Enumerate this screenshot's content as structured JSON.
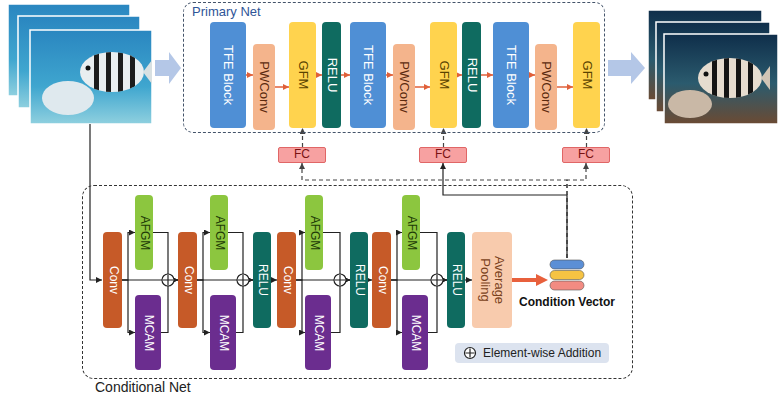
{
  "diagram": {
    "nodes": [
      {
        "text": [
          "Primary Net"
        ]
      },
      {
        "text": [
          "TFE Block"
        ],
        "in": 0
      },
      {
        "text": [
          "PWConv"
        ],
        "in": 0
      },
      {
        "text": [
          "GFM"
        ],
        "in": 0
      },
      {
        "text": [
          "RELU"
        ],
        "in": 0
      },
      {
        "text": [
          "TFE Block"
        ],
        "in": 0
      },
      {
        "text": [
          "PWConv"
        ],
        "in": 0
      },
      {
        "text": [
          "GFM"
        ],
        "in": 0
      },
      {
        "text": [
          "RELU"
        ],
        "in": 0
      },
      {
        "text": [
          "TFE Block"
        ],
        "in": 0
      },
      {
        "text": [
          "PWConv"
        ],
        "in": 0
      },
      {
        "text": [
          "GFM"
        ],
        "in": 0
      },
      {
        "text": [
          "FC"
        ]
      },
      {
        "text": [
          "FC"
        ]
      },
      {
        "text": [
          "FC"
        ]
      },
      {
        "text": [
          "Conditional Net"
        ]
      },
      {
        "text": [
          "Conv"
        ],
        "in": 15
      },
      {
        "text": [
          "AFGM"
        ],
        "in": 15
      },
      {
        "text": [
          "MCAM"
        ],
        "in": 15
      },
      {
        "text": [
          "Conv"
        ],
        "in": 15
      },
      {
        "text": [
          "AFGM"
        ],
        "in": 15
      },
      {
        "text": [
          "MCAM"
        ],
        "in": 15
      },
      {
        "text": [
          "RELU"
        ],
        "in": 15
      },
      {
        "text": [
          "Conv"
        ],
        "in": 15
      },
      {
        "text": [
          "AFGM"
        ],
        "in": 15
      },
      {
        "text": [
          "MCAM"
        ],
        "in": 15
      },
      {
        "text": [
          "RELU"
        ],
        "in": 15
      },
      {
        "text": [
          "Conv"
        ],
        "in": 15
      },
      {
        "text": [
          "AFGM"
        ],
        "in": 15
      },
      {
        "text": [
          "MCAM"
        ],
        "in": 15
      },
      {
        "text": [
          "RELU"
        ],
        "in": 15
      },
      {
        "text": [
          "Average Pooling"
        ],
        "in": 15
      },
      {
        "text": [
          "Condition Vector"
        ],
        "in": 15
      }
    ],
    "edges": [
      {
        "from": 1,
        "to": 2,
        "arrow": "to"
      },
      {
        "from": 2,
        "to": 3,
        "arrow": "to"
      },
      {
        "from": 3,
        "to": 4,
        "arrow": "to"
      },
      {
        "from": 4,
        "to": 5,
        "arrow": "to"
      },
      {
        "from": 5,
        "to": 6,
        "arrow": "to"
      },
      {
        "from": 6,
        "to": 7,
        "arrow": "to"
      },
      {
        "from": 7,
        "to": 8,
        "arrow": "to"
      },
      {
        "from": 8,
        "to": 9,
        "arrow": "to"
      },
      {
        "from": 9,
        "to": 10,
        "arrow": "to"
      },
      {
        "from": 10,
        "to": 11,
        "arrow": "to"
      },
      {
        "from": 12,
        "to": 3,
        "arrow": "to"
      },
      {
        "from": 13,
        "to": 7,
        "arrow": "to"
      },
      {
        "from": 14,
        "to": 11,
        "arrow": "to"
      },
      {
        "from": 32,
        "to": 12,
        "arrow": "to"
      },
      {
        "from": 32,
        "to": 13,
        "arrow": "to"
      },
      {
        "from": 32,
        "to": 14,
        "arrow": "to"
      },
      {
        "from": 16,
        "to": 17,
        "arrow": "to"
      },
      {
        "from": 16,
        "to": 18,
        "arrow": "to"
      },
      {
        "from": 16,
        "to": 19,
        "arrow": "to"
      },
      {
        "from": 17,
        "to": 19,
        "arrow": "to"
      },
      {
        "from": 18,
        "to": 19,
        "arrow": "to"
      },
      {
        "from": 19,
        "to": 20,
        "arrow": "to"
      },
      {
        "from": 19,
        "to": 21,
        "arrow": "to"
      },
      {
        "from": 19,
        "to": 22,
        "arrow": "to"
      },
      {
        "from": 20,
        "to": 22,
        "arrow": "to"
      },
      {
        "from": 21,
        "to": 22,
        "arrow": "to"
      },
      {
        "from": 22,
        "to": 23,
        "arrow": "to"
      },
      {
        "from": 23,
        "to": 24,
        "arrow": "to"
      },
      {
        "from": 23,
        "to": 25,
        "arrow": "to"
      },
      {
        "from": 23,
        "to": 26,
        "arrow": "to"
      },
      {
        "from": 24,
        "to": 26,
        "arrow": "to"
      },
      {
        "from": 25,
        "to": 26,
        "arrow": "to"
      },
      {
        "from": 26,
        "to": 27,
        "arrow": "to"
      },
      {
        "from": 27,
        "to": 28,
        "arrow": "to"
      },
      {
        "from": 27,
        "to": 29,
        "arrow": "to"
      },
      {
        "from": 27,
        "to": 30,
        "arrow": "to"
      },
      {
        "from": 28,
        "to": 30,
        "arrow": "to"
      },
      {
        "from": 29,
        "to": 30,
        "arrow": "to"
      },
      {
        "from": 30,
        "to": 31,
        "arrow": "to"
      },
      {
        "from": 31,
        "to": 32,
        "arrow": "to"
      }
    ],
    "legend": [
      {
        "text": "Element-wise Addition"
      }
    ]
  }
}
